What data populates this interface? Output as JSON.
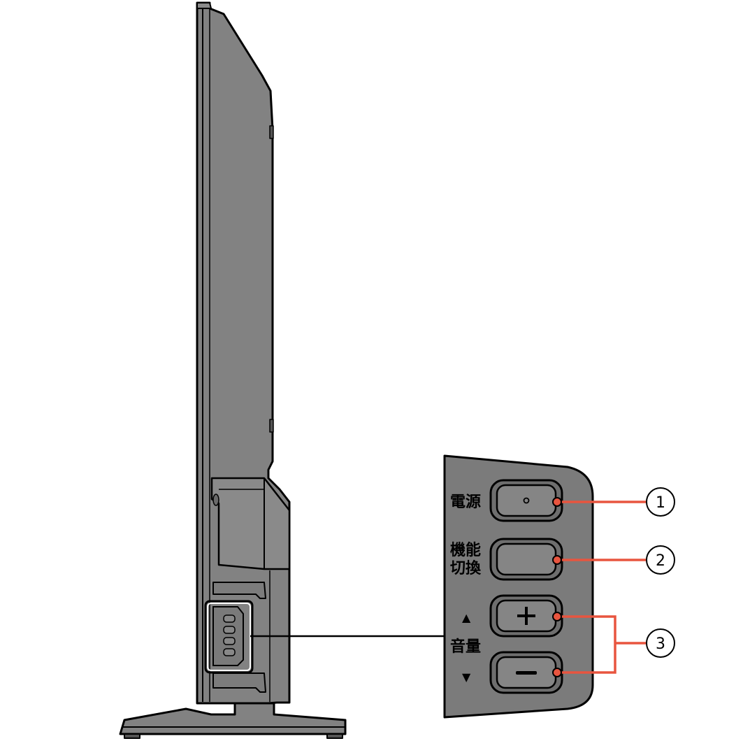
{
  "panel": {
    "power_label": "電源",
    "function_label_line1": "機能",
    "function_label_line2": "切換",
    "volume_up_symbol": "▲",
    "volume_label": "音量",
    "volume_down_symbol": "▼"
  },
  "buttons": {
    "power_symbol": "∘",
    "plus_symbol": "+",
    "minus_symbol": "−"
  },
  "callouts": {
    "one": "1",
    "two": "2",
    "three": "3"
  },
  "colors": {
    "body": "#808080",
    "panel": "#7b7b7b",
    "outline": "#000000",
    "callout_line": "#e8553f"
  }
}
